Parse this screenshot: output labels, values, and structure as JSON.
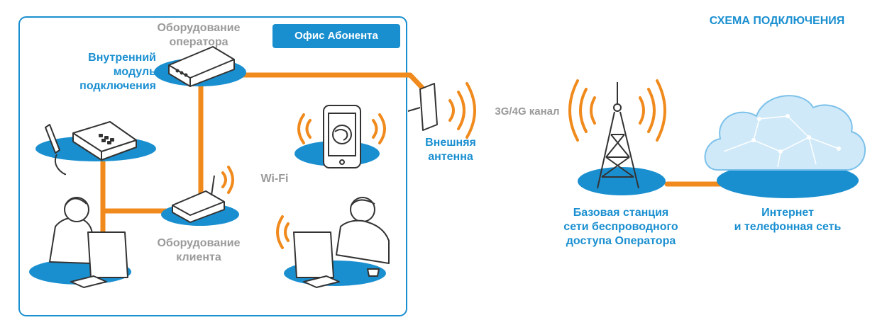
{
  "title": "СХЕМА ПОДКЛЮЧЕНИЯ",
  "office_badge": "Офис Абонента",
  "labels": {
    "operator_equipment": [
      "Оборудование",
      "оператора"
    ],
    "internal_module": [
      "Внутренний",
      "модуль",
      "подключения"
    ],
    "client_equipment": [
      "Оборудование",
      "клиента"
    ],
    "wifi": "Wi-Fi",
    "external_antenna": [
      "Внешняя",
      "антенна"
    ],
    "channel": "3G/4G канал",
    "base_station": [
      "Базовая станция",
      "сети беспроводного",
      "доступа Оператора"
    ],
    "internet": [
      "Интернет",
      "и телефонная сеть"
    ]
  },
  "colors": {
    "accent_blue": "#1a8fd0",
    "cable_orange": "#f08a1c",
    "label_gray": "#9a9a9a",
    "cloud_fill": "#cfe9f9"
  },
  "icons": [
    "router-icon",
    "phone-icon",
    "smartphone-icon",
    "operator-person-icon",
    "worker-person-icon",
    "antenna-icon",
    "tower-icon",
    "cloud-icon",
    "wifi-waves-icon"
  ]
}
